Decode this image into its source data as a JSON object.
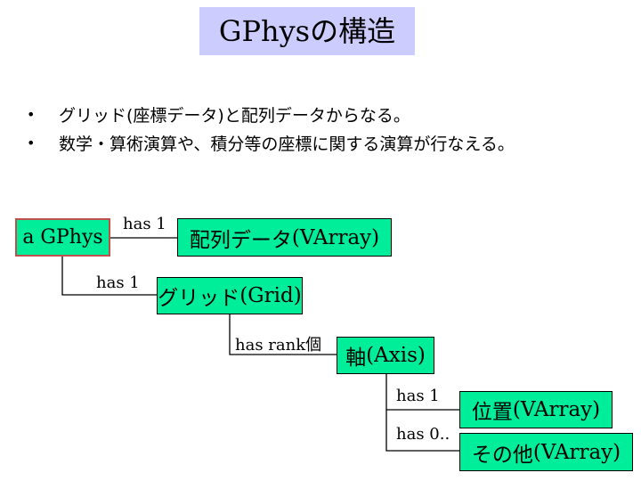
{
  "title": "GPhysの構造",
  "bullets": [
    "グリッド(座標データ)と配列データからなる。",
    "数学・算術演算や、積分等の座標に関する演算が行なえる。"
  ],
  "nodes": {
    "root": "a GPhys",
    "data": {
      "jp": "配列データ",
      "en": "(VArray)"
    },
    "grid": {
      "jp": "グリッド",
      "en": "(Grid)"
    },
    "axis": {
      "jp": "軸",
      "en": "(Axis)"
    },
    "position": {
      "jp": "位置",
      "en": "(VArray)"
    },
    "other": {
      "jp": "その他",
      "en": "(VArray)"
    }
  },
  "relations": {
    "root_data": "has 1",
    "root_grid": "has 1",
    "grid_axis": "has rank個",
    "axis_position": "has 1",
    "axis_other": "has 0.."
  },
  "colors": {
    "node_fill": "#00ee99",
    "title_bg": "#ccccff",
    "root_border": "#c0504d"
  }
}
